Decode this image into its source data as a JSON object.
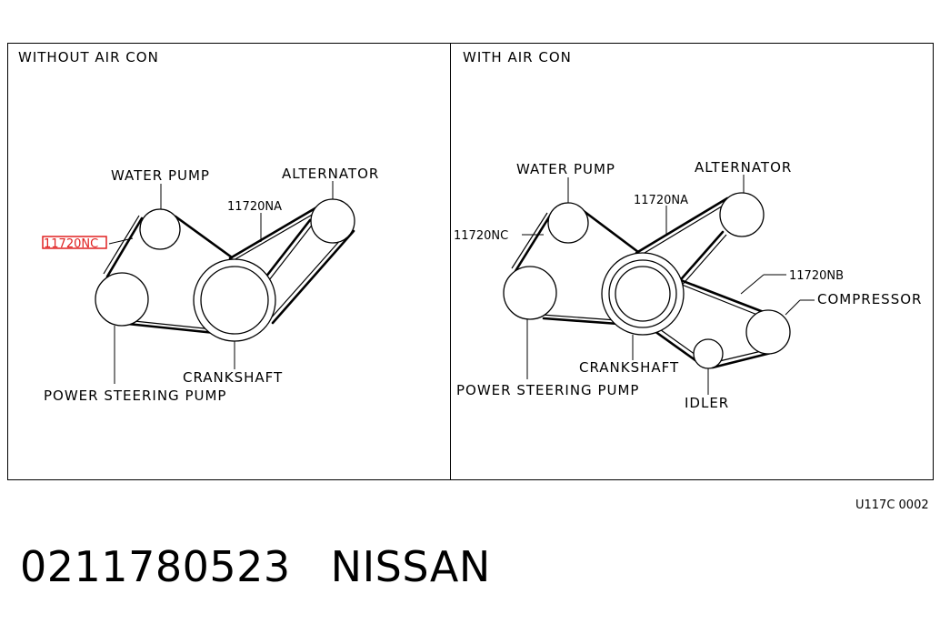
{
  "panels": {
    "left": {
      "title": "WITHOUT AIR CON",
      "labels": {
        "water_pump": "WATER PUMP",
        "alternator": "ALTERNATOR",
        "belt_na": "11720NA",
        "belt_nc": "11720NC",
        "crankshaft": "CRANKSHAFT",
        "power_steering_pump": "POWER STEERING PUMP"
      }
    },
    "right": {
      "title": "WITH AIR CON",
      "labels": {
        "water_pump": "WATER PUMP",
        "alternator": "ALTERNATOR",
        "belt_na": "11720NA",
        "belt_nc": "11720NC",
        "belt_nb": "11720NB",
        "compressor": "COMPRESSOR",
        "crankshaft": "CRANKSHAFT",
        "idler": "IDLER",
        "power_steering_pump": "POWER STEERING PUMP"
      }
    }
  },
  "figure_code": "U117C 0002",
  "footer": {
    "part_number": "0211780523",
    "brand": "NISSAN"
  },
  "colors": {
    "highlight": "#e02020",
    "line": "#000000",
    "background": "#ffffff"
  }
}
